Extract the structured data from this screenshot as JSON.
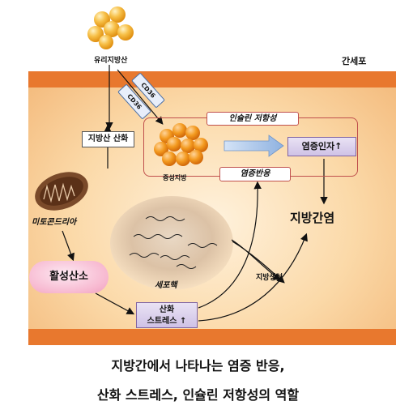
{
  "labels": {
    "free_fatty_acid": "유리지방산",
    "hepatocyte": "간세포",
    "cd36_a": "CD36",
    "cd36_b": "CD36",
    "fatty_acid_oxidation": "지방산 산화",
    "insulin_resistance": "인슐린 저항성",
    "triglyceride": "중성지방",
    "cytokine": "염증인자↑",
    "inflammatory_response": "염증반응",
    "mitochondria": "미토콘드리아",
    "nucleus": "세포핵",
    "steatohepatitis": "지방간염",
    "ros": "활성산소",
    "lipogenesis": "지방생성",
    "oxidative_stress_line1": "산화",
    "oxidative_stress_line2": "스트레스 ↑"
  },
  "caption": {
    "line1": "지방간에서 나타나는 염증 반응,",
    "line2": "산화 스트레스, 인슐린 저항성의 역할"
  },
  "colors": {
    "membrane": "#e8782e",
    "cytoplasm": "#fbd9a8",
    "lipid_droplet": "#f39a1f",
    "box_red": "#c0504d",
    "box_purple": "#cfc2e6",
    "ros_pink": "#f7b8d0",
    "arrow_blue": "#8fb2e0"
  }
}
